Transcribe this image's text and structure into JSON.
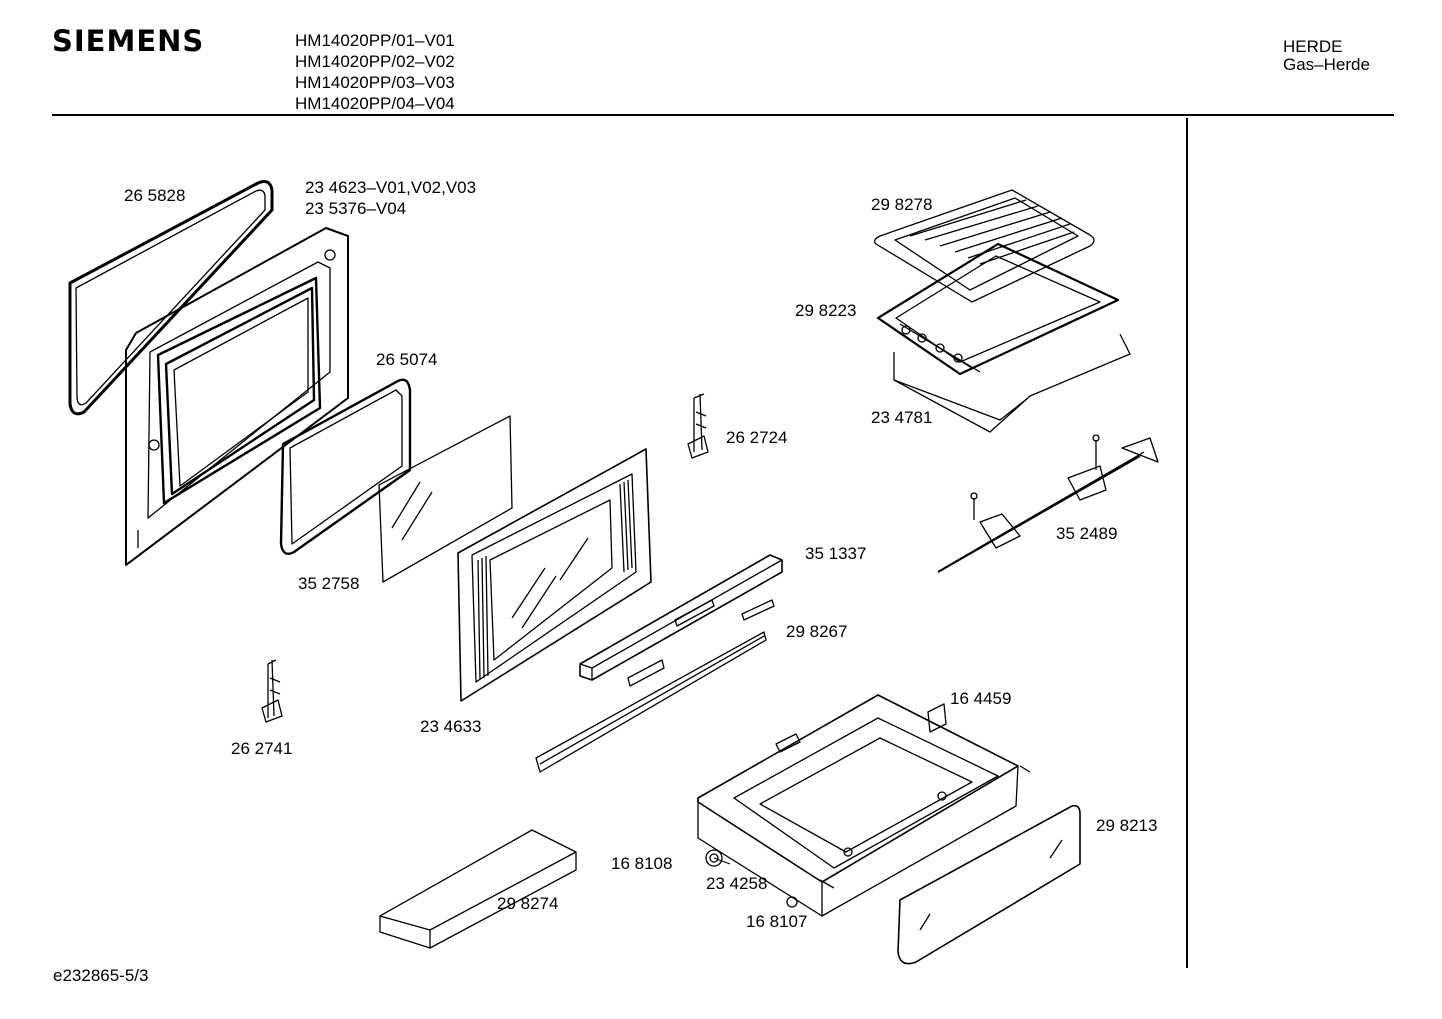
{
  "header": {
    "brand": "SIEMENS",
    "models": [
      "HM14020PP/01–V01",
      "HM14020PP/02–V02",
      "HM14020PP/03–V03",
      "HM14020PP/04–V04"
    ],
    "category_line1": "HERDE",
    "category_line2": "Gas–Herde"
  },
  "parts": [
    "26 5828",
    "23 4623–V01,V02,V03",
    "23 5376–V04",
    "26 5074",
    "35 2758",
    "23 4633",
    "26 2741",
    "26 2724",
    "29 8278",
    "29 8223",
    "23 4781",
    "35 2489",
    "35 1337",
    "29 8267",
    "16 4459",
    "29 8213",
    "16 8108",
    "23 4258",
    "16 8107",
    "29 8274"
  ],
  "footer": {
    "doc_id": "e232865-5/3"
  }
}
